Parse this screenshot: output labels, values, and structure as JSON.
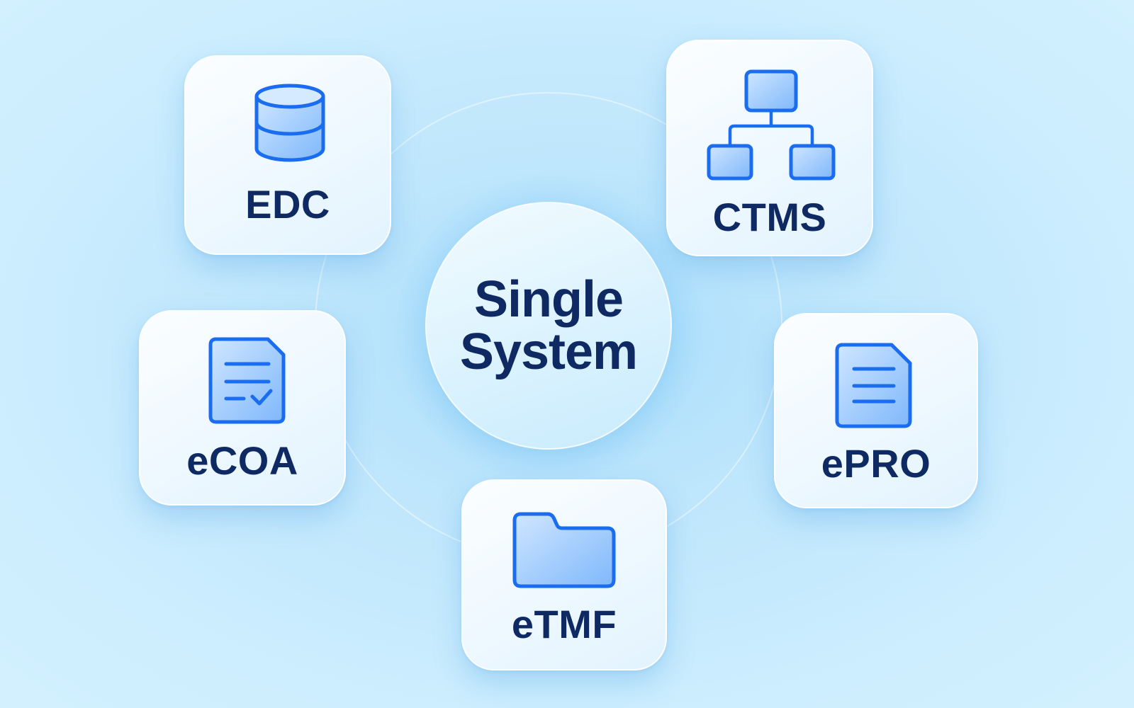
{
  "diagram": {
    "center": {
      "line1": "Single",
      "line2": "System"
    },
    "modules": [
      {
        "id": "edc",
        "label": "EDC",
        "icon": "database-icon"
      },
      {
        "id": "ctms",
        "label": "CTMS",
        "icon": "hierarchy-icon"
      },
      {
        "id": "ecoa",
        "label": "eCOA",
        "icon": "document-check-icon"
      },
      {
        "id": "epro",
        "label": "ePRO",
        "icon": "document-icon"
      },
      {
        "id": "etmf",
        "label": "eTMF",
        "icon": "folder-icon"
      }
    ],
    "colors": {
      "text": "#0f2a63",
      "icon_stroke": "#1a6cf0",
      "icon_fill_light": "#c9e3ff",
      "icon_fill_dark": "#7fb8fb",
      "background": "#cdeefe"
    }
  }
}
